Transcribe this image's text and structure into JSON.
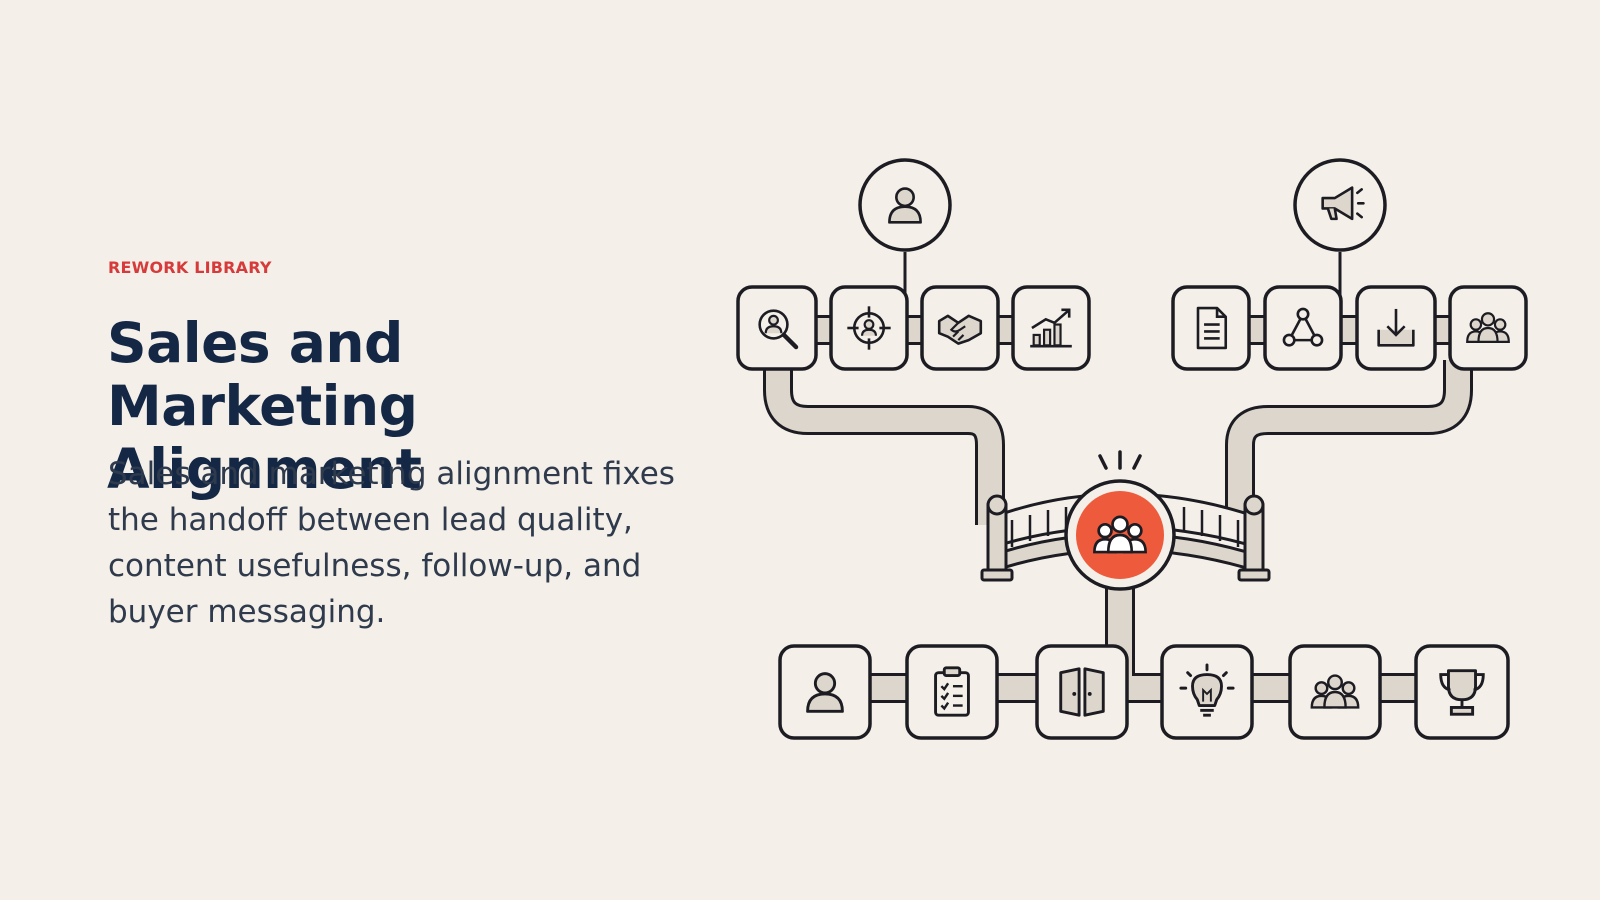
{
  "header": {
    "eyebrow": "REWORK LIBRARY",
    "title": "Sales and Marketing Alignment",
    "description": "Sales and marketing alignment fixes the handoff between lead quality, content usefulness, follow-up, and buyer messaging."
  },
  "colors": {
    "background": "#f4f0e9",
    "eyebrow": "#d63a3a",
    "title": "#142846",
    "accent_hub": "#ee5a3c",
    "outline": "#1c1c22",
    "pipe": "#ddd6cc"
  },
  "diagram": {
    "sales_top": "person-icon",
    "sales_row": [
      "magnifier-person-icon",
      "target-person-icon",
      "handshake-icon",
      "growth-chart-icon"
    ],
    "marketing_top": "megaphone-icon",
    "marketing_row": [
      "document-icon",
      "network-icon",
      "download-icon",
      "team-icon"
    ],
    "hub": "team-icon",
    "bottom_row": [
      "person-icon",
      "checklist-icon",
      "open-door-icon",
      "lightbulb-icon",
      "team-icon",
      "trophy-icon"
    ]
  }
}
